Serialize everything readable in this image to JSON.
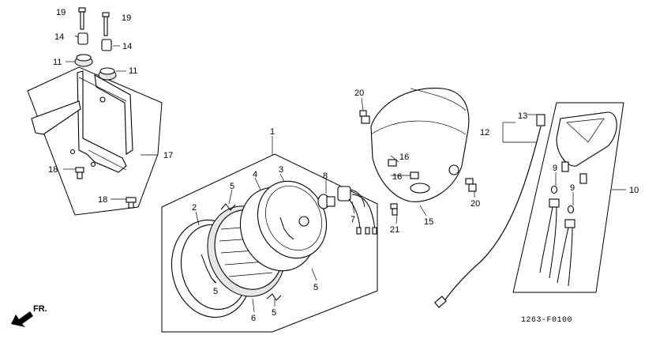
{
  "diagram_code": "1263-F0100",
  "direction_label": "FR.",
  "callouts": [
    "1",
    "2",
    "3",
    "4",
    "5",
    "6",
    "7",
    "8",
    "9",
    "10",
    "11",
    "12",
    "13",
    "14",
    "15",
    "16",
    "17",
    "18",
    "19",
    "20",
    "21"
  ]
}
